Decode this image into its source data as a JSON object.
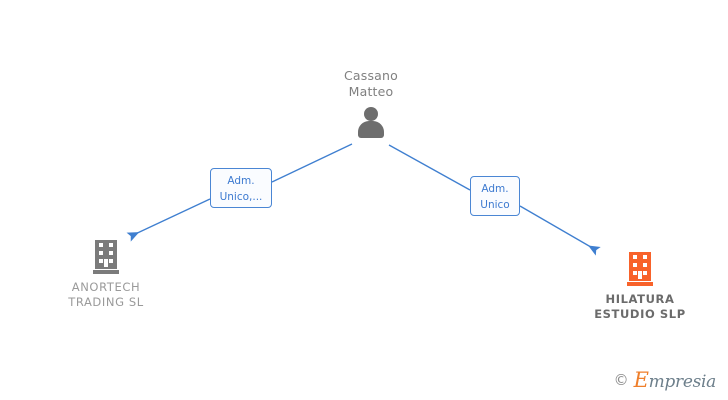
{
  "diagram": {
    "type": "relationship-graph",
    "background_color": "#ffffff",
    "person": {
      "name": "Cassano\nMatteo",
      "icon": "person-icon",
      "color": "#6e6e6e"
    },
    "companies": [
      {
        "id": "anortech",
        "name": "ANORTECH\nTRADING  SL",
        "icon": "building-icon",
        "icon_color": "#7b7b7b",
        "text_color": "#9a9a9a",
        "emphasis": "normal"
      },
      {
        "id": "hilatura",
        "name": "HILATURA\nESTUDIO  SLP",
        "icon": "building-icon",
        "icon_color": "#f8622a",
        "text_color": "#6b6b6b",
        "emphasis": "bold"
      }
    ],
    "relations": [
      {
        "id": "rel-left",
        "label": "Adm.\nUnico,...",
        "from": "person",
        "to": "anortech",
        "color": "#3d7ad0"
      },
      {
        "id": "rel-right",
        "label": "Adm.\nUnico",
        "from": "person",
        "to": "hilatura",
        "color": "#3d7ad0"
      }
    ],
    "edge_color": "#3f7fd0"
  },
  "watermark": {
    "copyright": "©",
    "brand_initial": "E",
    "brand_rest": "mpresia",
    "initial_color": "#ef7f2b",
    "rest_color": "#6d7f8b"
  }
}
